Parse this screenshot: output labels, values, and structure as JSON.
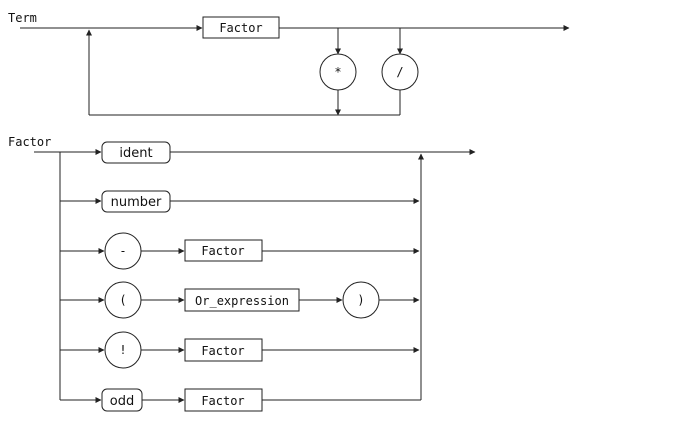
{
  "term": {
    "title": "Term",
    "factor_box": "Factor",
    "ops": [
      "*",
      "/"
    ]
  },
  "factor": {
    "title": "Factor",
    "branches": [
      {
        "terminal": "ident"
      },
      {
        "terminal": "number"
      },
      {
        "terminal": "-",
        "nonterminal": "Factor"
      },
      {
        "terminal": "(",
        "nonterminal": "Or_expression",
        "terminal2": ")"
      },
      {
        "terminal": "!",
        "nonterminal": "Factor"
      },
      {
        "terminal": "odd",
        "nonterminal": "Factor"
      }
    ]
  }
}
